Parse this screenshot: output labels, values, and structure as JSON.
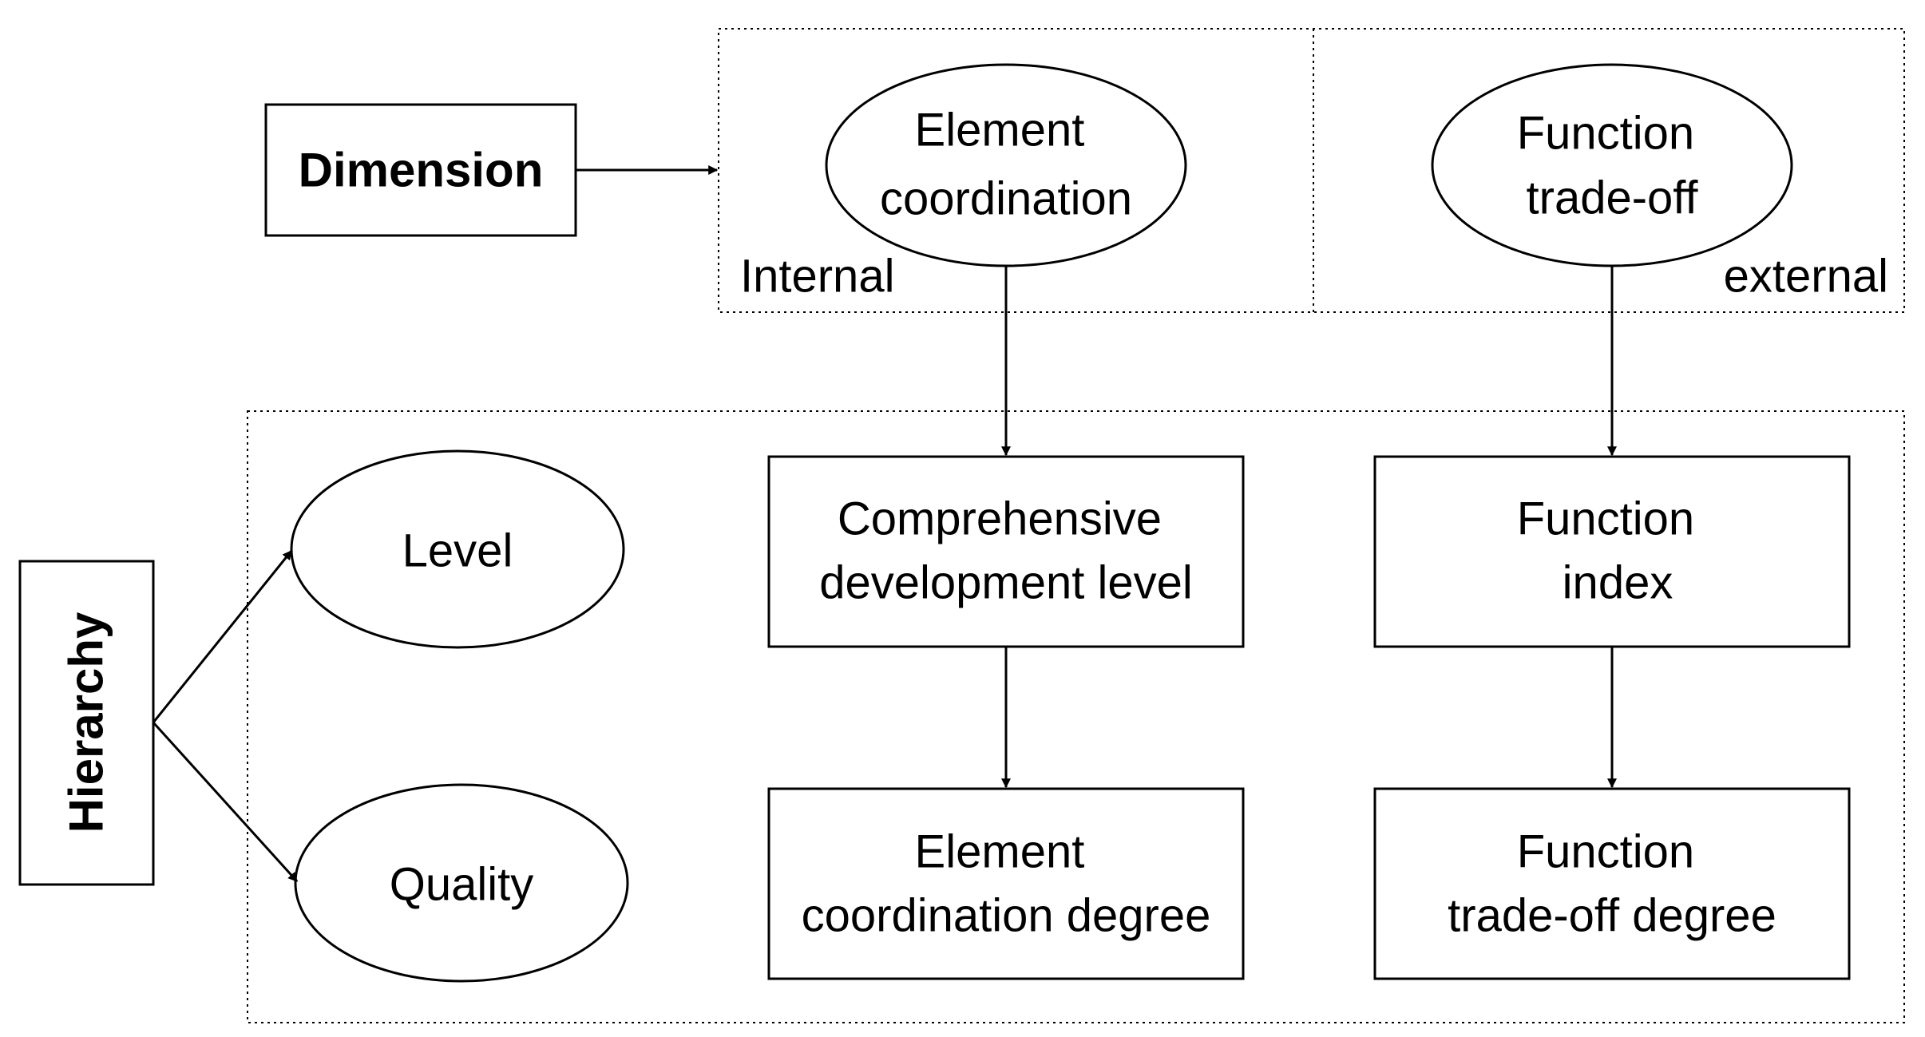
{
  "dimension": {
    "label": "Dimension",
    "internal_label": "Internal",
    "external_label": "external",
    "element_coordination": [
      "Element",
      "coordination"
    ],
    "function_tradeoff": [
      "Function",
      "trade-off"
    ]
  },
  "hierarchy": {
    "label": "Hierarchy",
    "level": "Level",
    "quality": "Quality"
  },
  "boxes": {
    "comprehensive_development_level": [
      "Comprehensive",
      "development level"
    ],
    "function_index": [
      "Function",
      "index"
    ],
    "element_coordination_degree": [
      "Element",
      "coordination degree"
    ],
    "function_tradeoff_degree": [
      "Function",
      "trade-off degree"
    ]
  }
}
